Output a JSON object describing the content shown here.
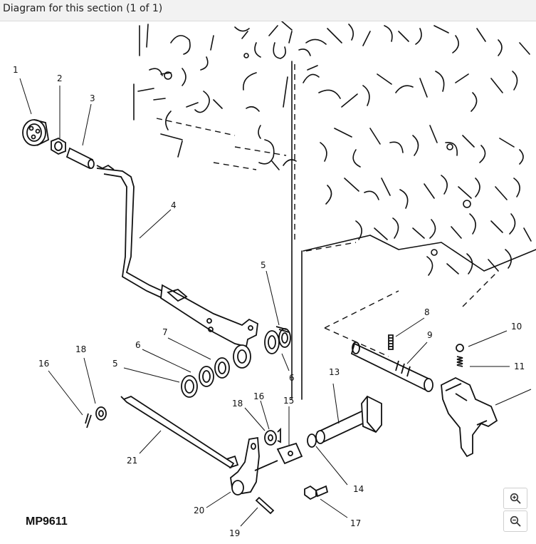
{
  "header": {
    "title": "Diagram for this section (1 of 1)"
  },
  "diagram": {
    "figure_id": "MP9611",
    "callouts": [
      "1",
      "2",
      "3",
      "4",
      "5",
      "5",
      "6",
      "6",
      "7",
      "8",
      "9",
      "10",
      "11",
      "13",
      "14",
      "15",
      "16",
      "16",
      "17",
      "18",
      "18",
      "19",
      "20",
      "21"
    ]
  },
  "controls": {
    "zoom_in": {
      "icon": "zoom-in-icon"
    },
    "zoom_out": {
      "icon": "zoom-out-icon"
    }
  }
}
